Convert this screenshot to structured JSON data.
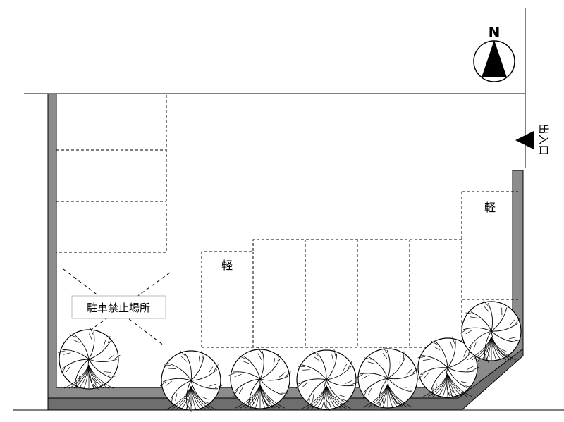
{
  "compass": {
    "letter": "N"
  },
  "entrance": {
    "label": "出入口"
  },
  "no_parking": {
    "label": "駐車禁止場所"
  },
  "kei_markers": [
    "軽",
    "軽"
  ],
  "trees": [
    {
      "name": "tree-1"
    },
    {
      "name": "tree-2"
    },
    {
      "name": "tree-3"
    },
    {
      "name": "tree-4"
    },
    {
      "name": "tree-5"
    },
    {
      "name": "tree-6"
    },
    {
      "name": "tree-7"
    }
  ],
  "colors": {
    "wall_fill": "#8c8c8c",
    "wall_dark": "#6e6e6e",
    "line": "#000000",
    "tree_stroke": "#000000"
  }
}
